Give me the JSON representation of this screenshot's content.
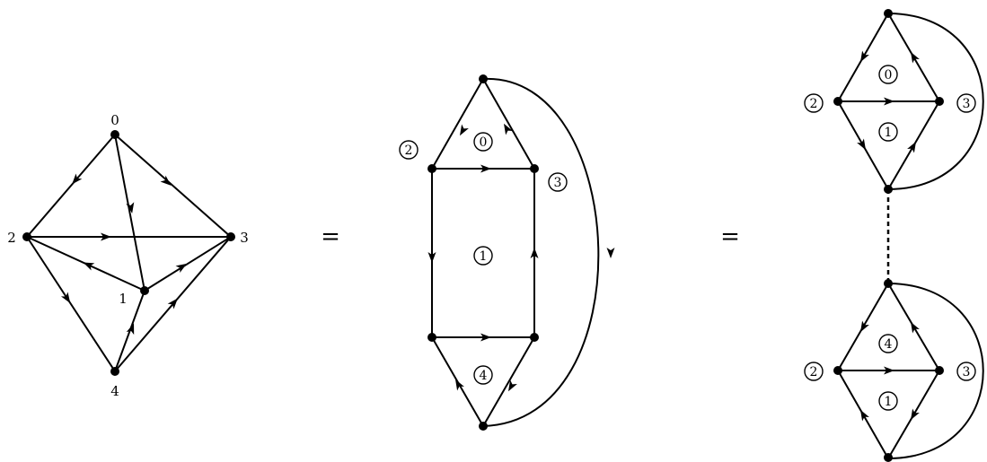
{
  "graph": {
    "vertex_labels": [
      "0",
      "1",
      "2",
      "3",
      "4"
    ]
  },
  "middle": {
    "face_labels": [
      "2",
      "0",
      "3",
      "1",
      "4"
    ]
  },
  "right_top": {
    "face_labels": [
      "2",
      "0",
      "1",
      "3"
    ]
  },
  "right_bottom": {
    "face_labels": [
      "2",
      "4",
      "1",
      "3"
    ]
  },
  "equals": [
    "=",
    "="
  ]
}
